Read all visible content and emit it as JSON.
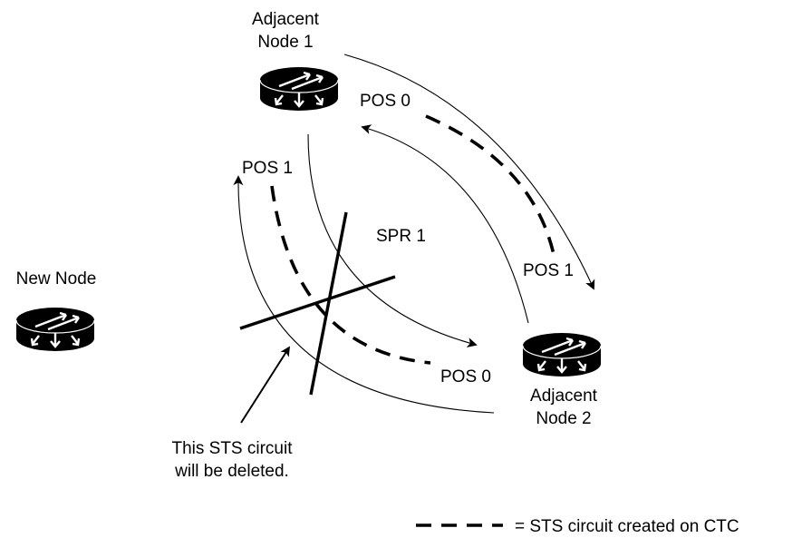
{
  "nodes": {
    "adjacent1": {
      "line1": "Adjacent",
      "line2": "Node 1"
    },
    "adjacent2": {
      "line1": "Adjacent",
      "line2": "Node 2"
    },
    "new_node": {
      "label": "New Node"
    }
  },
  "ports": {
    "node1_pos0": "POS 0",
    "node1_pos1": "POS 1",
    "node2_pos1": "POS 1",
    "node2_pos0": "POS 0"
  },
  "ring": {
    "label": "SPR 1"
  },
  "annotation": {
    "line1": "This STS circuit",
    "line2": "will be deleted."
  },
  "legend": {
    "text": "= STS circuit created on CTC"
  },
  "icons": {
    "router": "router-icon",
    "arrow": "arrow-icon"
  }
}
